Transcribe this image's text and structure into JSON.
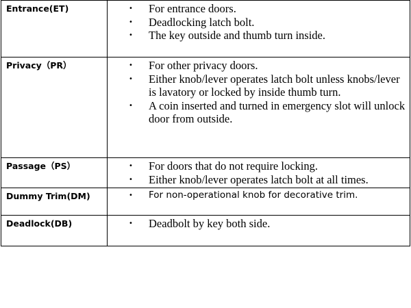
{
  "rows": [
    {
      "type": "Entrance(ET)",
      "bullet_style": "serif",
      "items": [
        "For entrance doors.",
        "Deadlocking latch bolt.",
        "The key outside and thumb turn inside."
      ]
    },
    {
      "type": "Privacy（PR）",
      "bullet_style": "serif",
      "items": [
        "For other privacy doors.",
        "Either knob/lever operates latch bolt unless knobs/lever is lavatory or locked by inside thumb turn.",
        "A coin inserted and turned in emergency slot will unlock door from outside."
      ]
    },
    {
      "type": "Passage（PS）",
      "bullet_style": "serif",
      "items": [
        "For doors that do not require locking.",
        "Either knob/lever operates latch bolt at all times."
      ]
    },
    {
      "type": "Dummy Trim(DM)",
      "bullet_style": "sans",
      "items": [
        "For non-operational knob for decorative trim."
      ]
    },
    {
      "type": "Deadlock(DB)",
      "bullet_style": "serif",
      "items": [
        "Deadbolt by key both side."
      ]
    }
  ],
  "bullet_glyph": "•"
}
